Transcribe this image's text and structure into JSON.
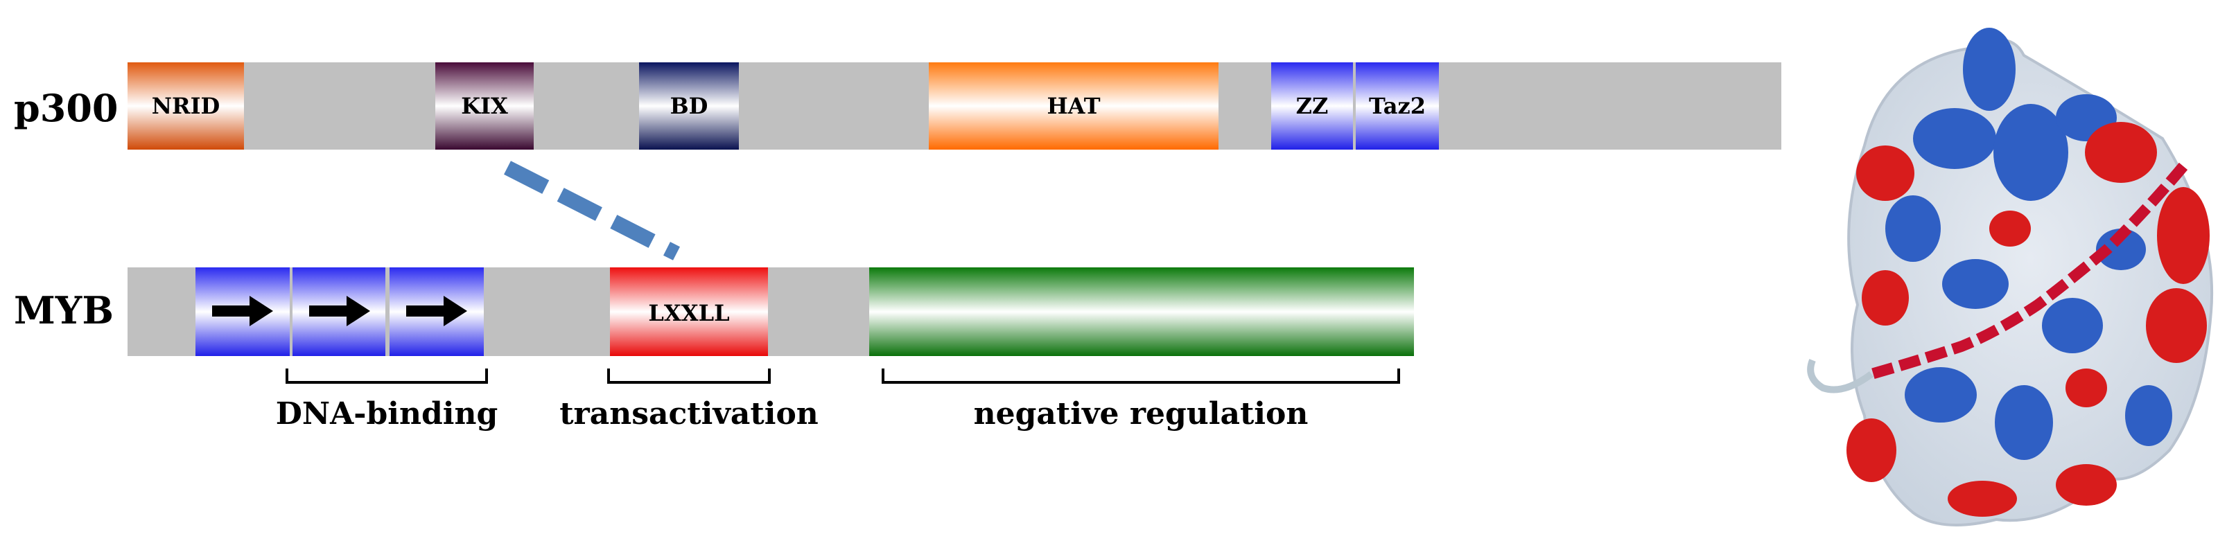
{
  "proteins": {
    "p300": {
      "label": "p300",
      "domains": [
        {
          "key": "nrid",
          "label": "NRID"
        },
        {
          "key": "kix",
          "label": "KIX"
        },
        {
          "key": "bd",
          "label": "BD"
        },
        {
          "key": "hat",
          "label": "HAT"
        },
        {
          "key": "zz",
          "label": "ZZ"
        },
        {
          "key": "taz2",
          "label": "Taz2"
        }
      ]
    },
    "myb": {
      "label": "MYB",
      "domains": [
        {
          "key": "repeat1",
          "label": ""
        },
        {
          "key": "repeat2",
          "label": ""
        },
        {
          "key": "repeat3",
          "label": ""
        },
        {
          "key": "lxxll",
          "label": "LXXLL"
        },
        {
          "key": "negative",
          "label": ""
        }
      ],
      "regions": [
        {
          "key": "dna",
          "label": "DNA-binding"
        },
        {
          "key": "trans",
          "label": "transactivation"
        },
        {
          "key": "neg",
          "label": "negative regulation"
        }
      ]
    }
  },
  "interaction": {
    "from": "KIX",
    "to": "LXXLL",
    "style": "dashed",
    "color": "#4f81bd"
  },
  "structure": {
    "description_icon": "electrostatic-surface-ribbon"
  },
  "colors": {
    "backbone": "#c0c0c0",
    "nrid": "#e05a10",
    "kix": "#4a0c3a",
    "bd": "#0b1660",
    "hat": "#ff7a10",
    "zz_taz2": "#2a2af0",
    "myb_repeat": "#2a2af0",
    "lxxll": "#ee1010",
    "negative": "#0c7a0c",
    "arrow": "#000000"
  }
}
